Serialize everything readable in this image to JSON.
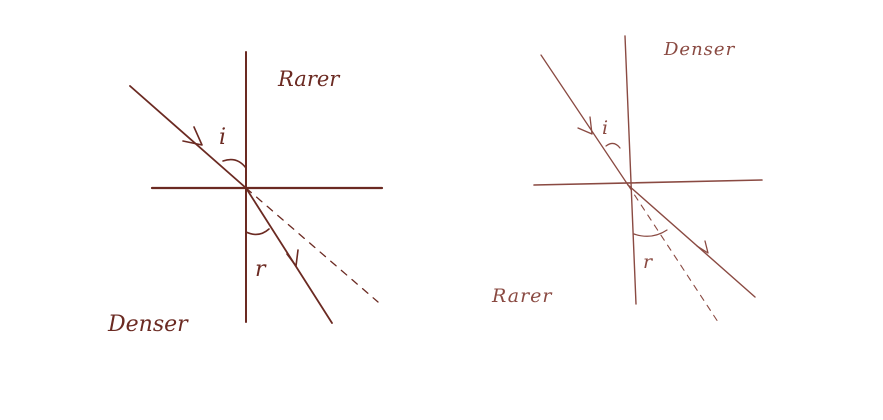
{
  "ink_color": "#6b2a22",
  "faint_ink_color": "#8a4a42",
  "background_color": "#ffffff",
  "diagrams": [
    {
      "medium_top": "Rarer",
      "medium_bottom": "Denser",
      "angle_incidence": "i",
      "angle_refraction": "r"
    },
    {
      "medium_top": "Denser",
      "medium_bottom": "Rarer",
      "angle_incidence": "i",
      "angle_refraction": "r"
    }
  ]
}
